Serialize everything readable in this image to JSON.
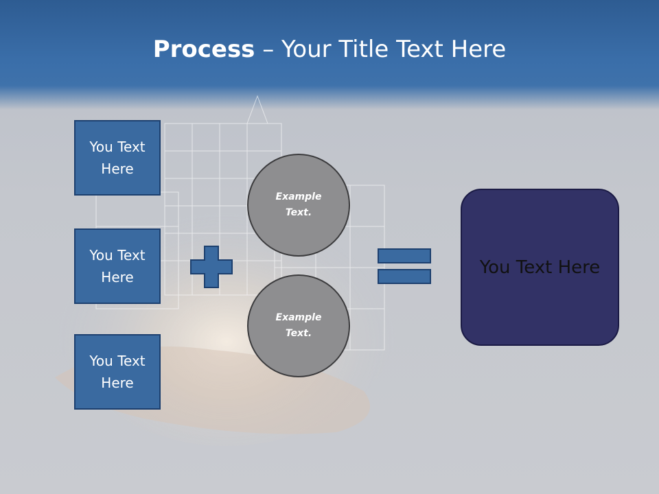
{
  "title": {
    "bold": "Process",
    "rest": " – Your Title Text Here"
  },
  "boxes": [
    {
      "label": "You Text Here"
    },
    {
      "label": "You Text Here"
    },
    {
      "label": "You Text Here"
    }
  ],
  "circles": [
    {
      "label": "Example Text."
    },
    {
      "label": "Example Text."
    }
  ],
  "result": {
    "label": "You Text Here"
  },
  "icons": {
    "plus": "plus-icon",
    "equals": "equals-icon"
  },
  "colors": {
    "header": "#3a6ea9",
    "box_fill": "#3a6aa0",
    "circle_fill": "#8e8e90",
    "result_fill": "#323266"
  }
}
